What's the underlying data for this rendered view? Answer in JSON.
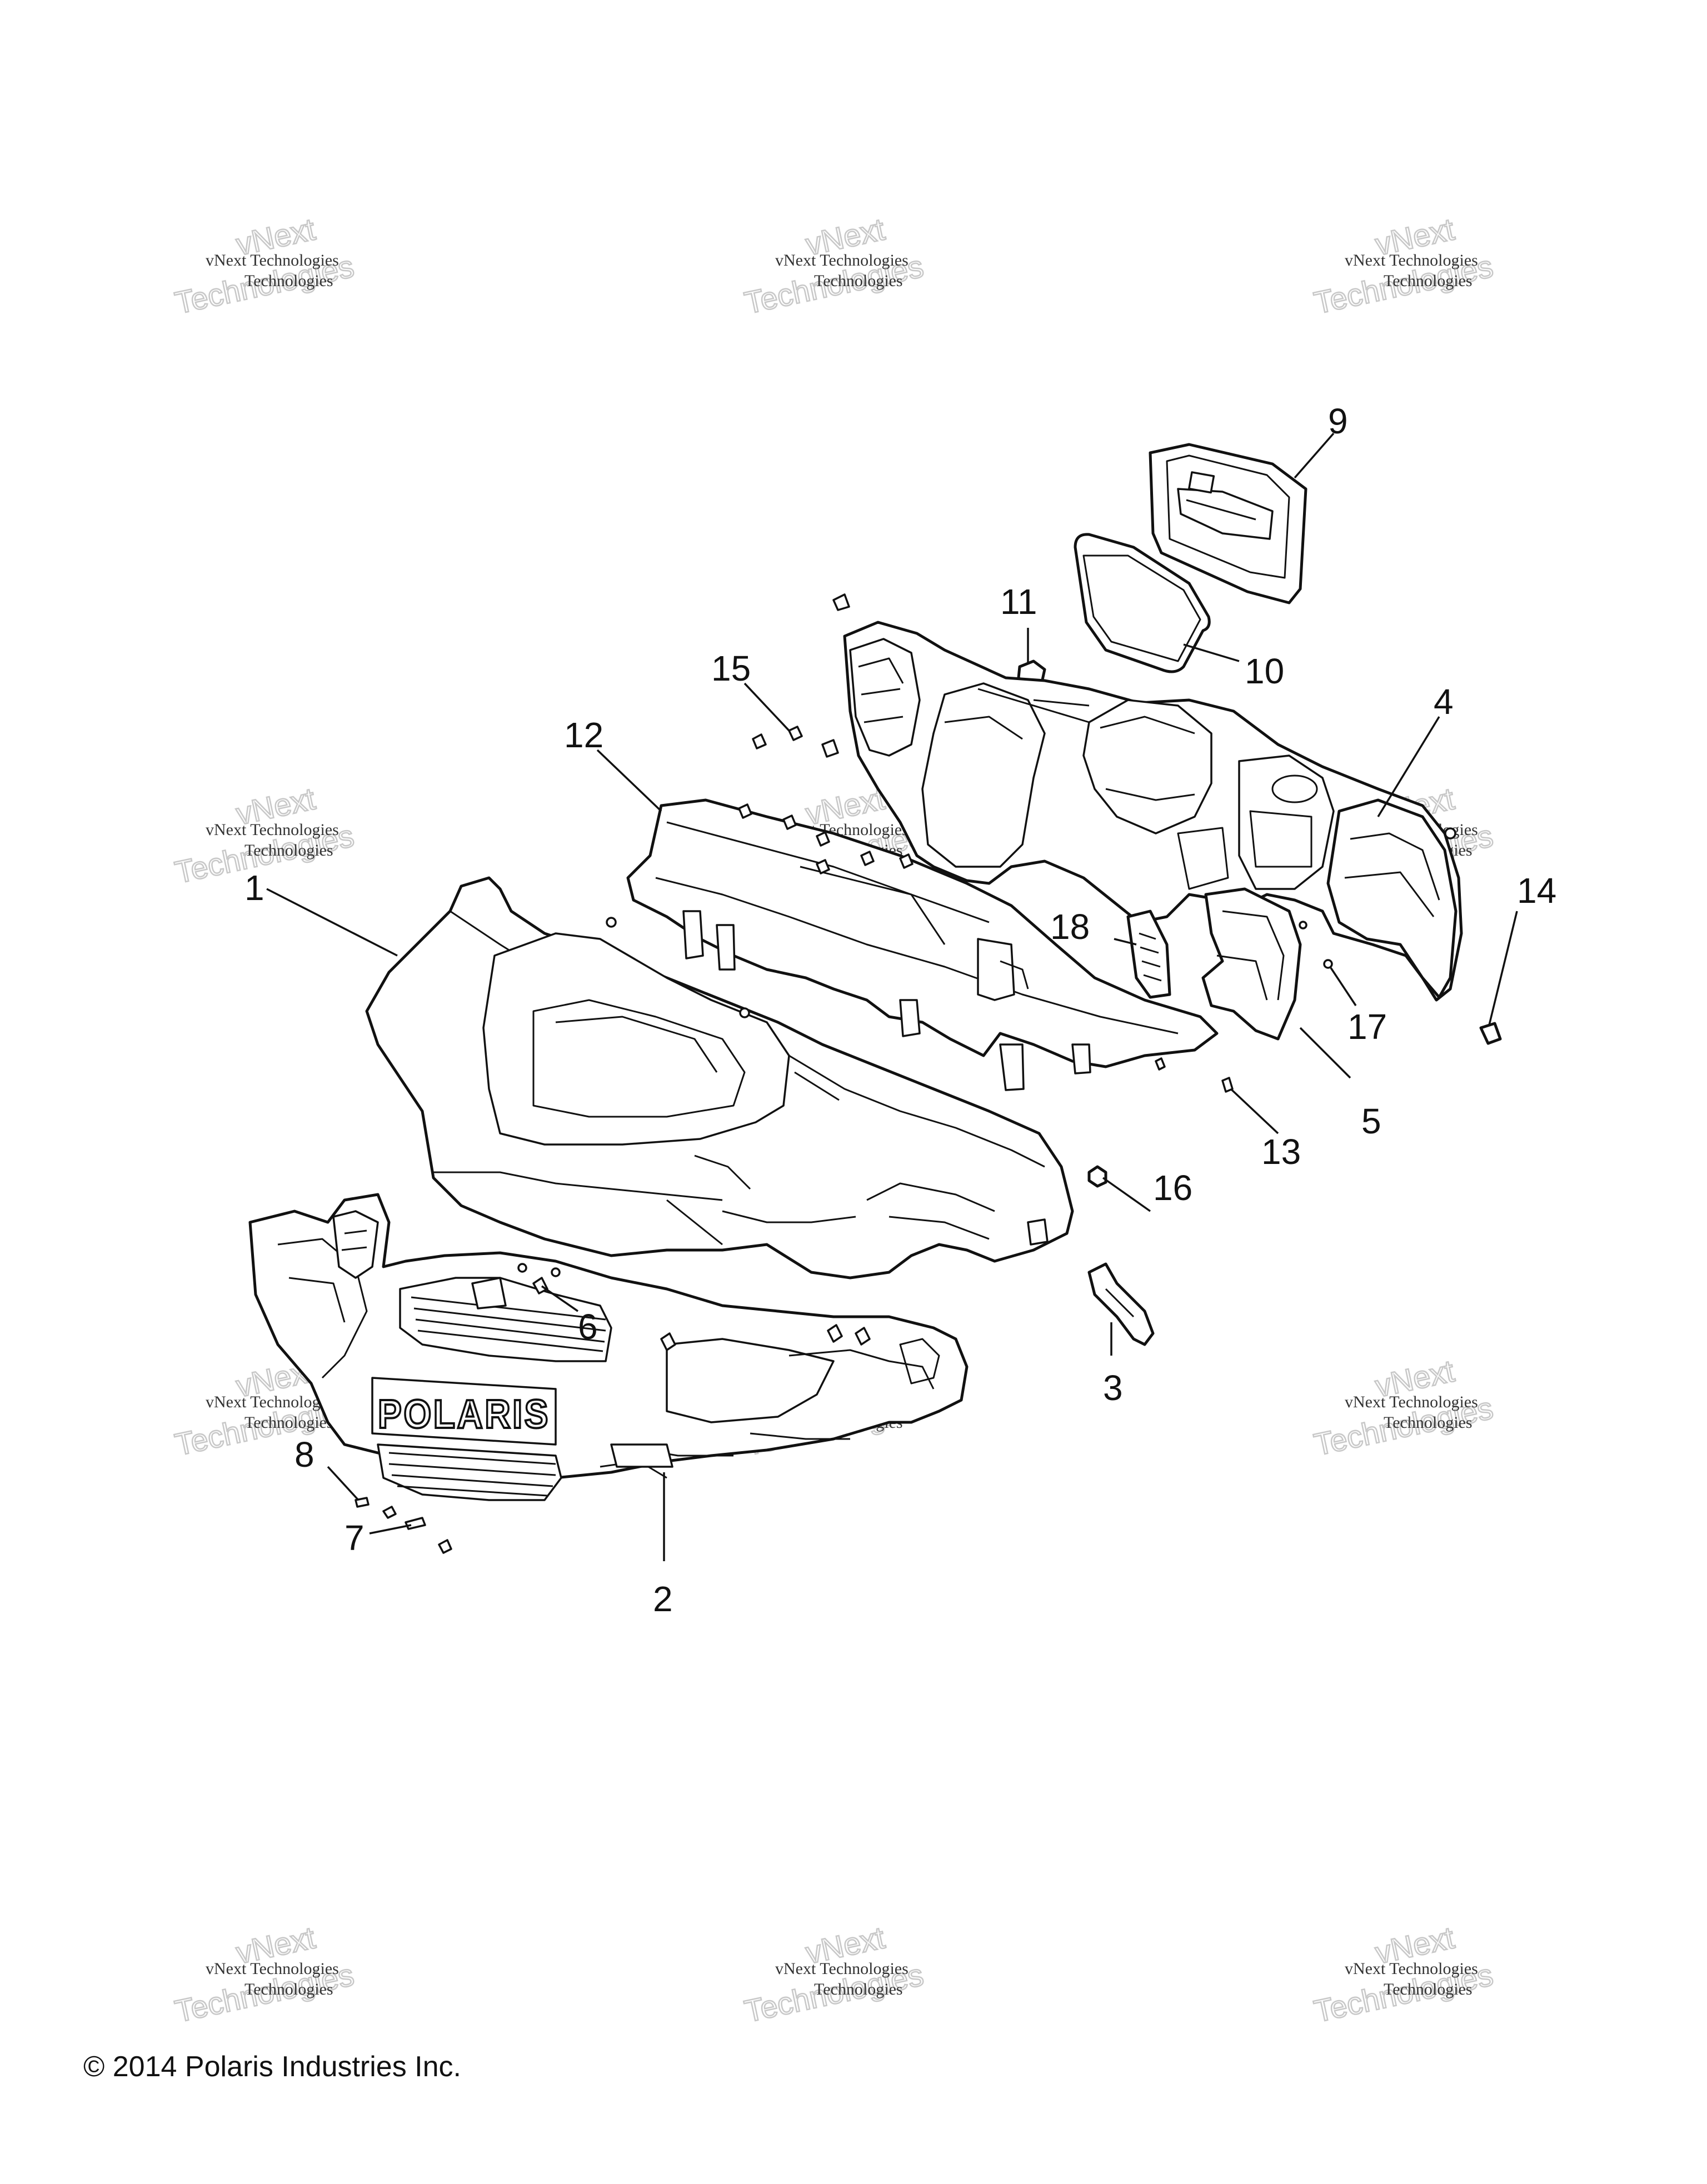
{
  "watermark": {
    "line1": "vNext Technologies",
    "line2": "vNext",
    "line3": "Technologies"
  },
  "logo_text": "POLARIS",
  "callouts": {
    "c1": "1",
    "c2": "2",
    "c3": "3",
    "c4": "4",
    "c5": "5",
    "c6": "6",
    "c7": "7",
    "c8": "8",
    "c9": "9",
    "c10": "10",
    "c11": "11",
    "c12": "12",
    "c13": "13",
    "c14": "14",
    "c15": "15",
    "c16": "16",
    "c17": "17",
    "c18": "18"
  },
  "copyright": "© 2014 Polaris Industries Inc."
}
